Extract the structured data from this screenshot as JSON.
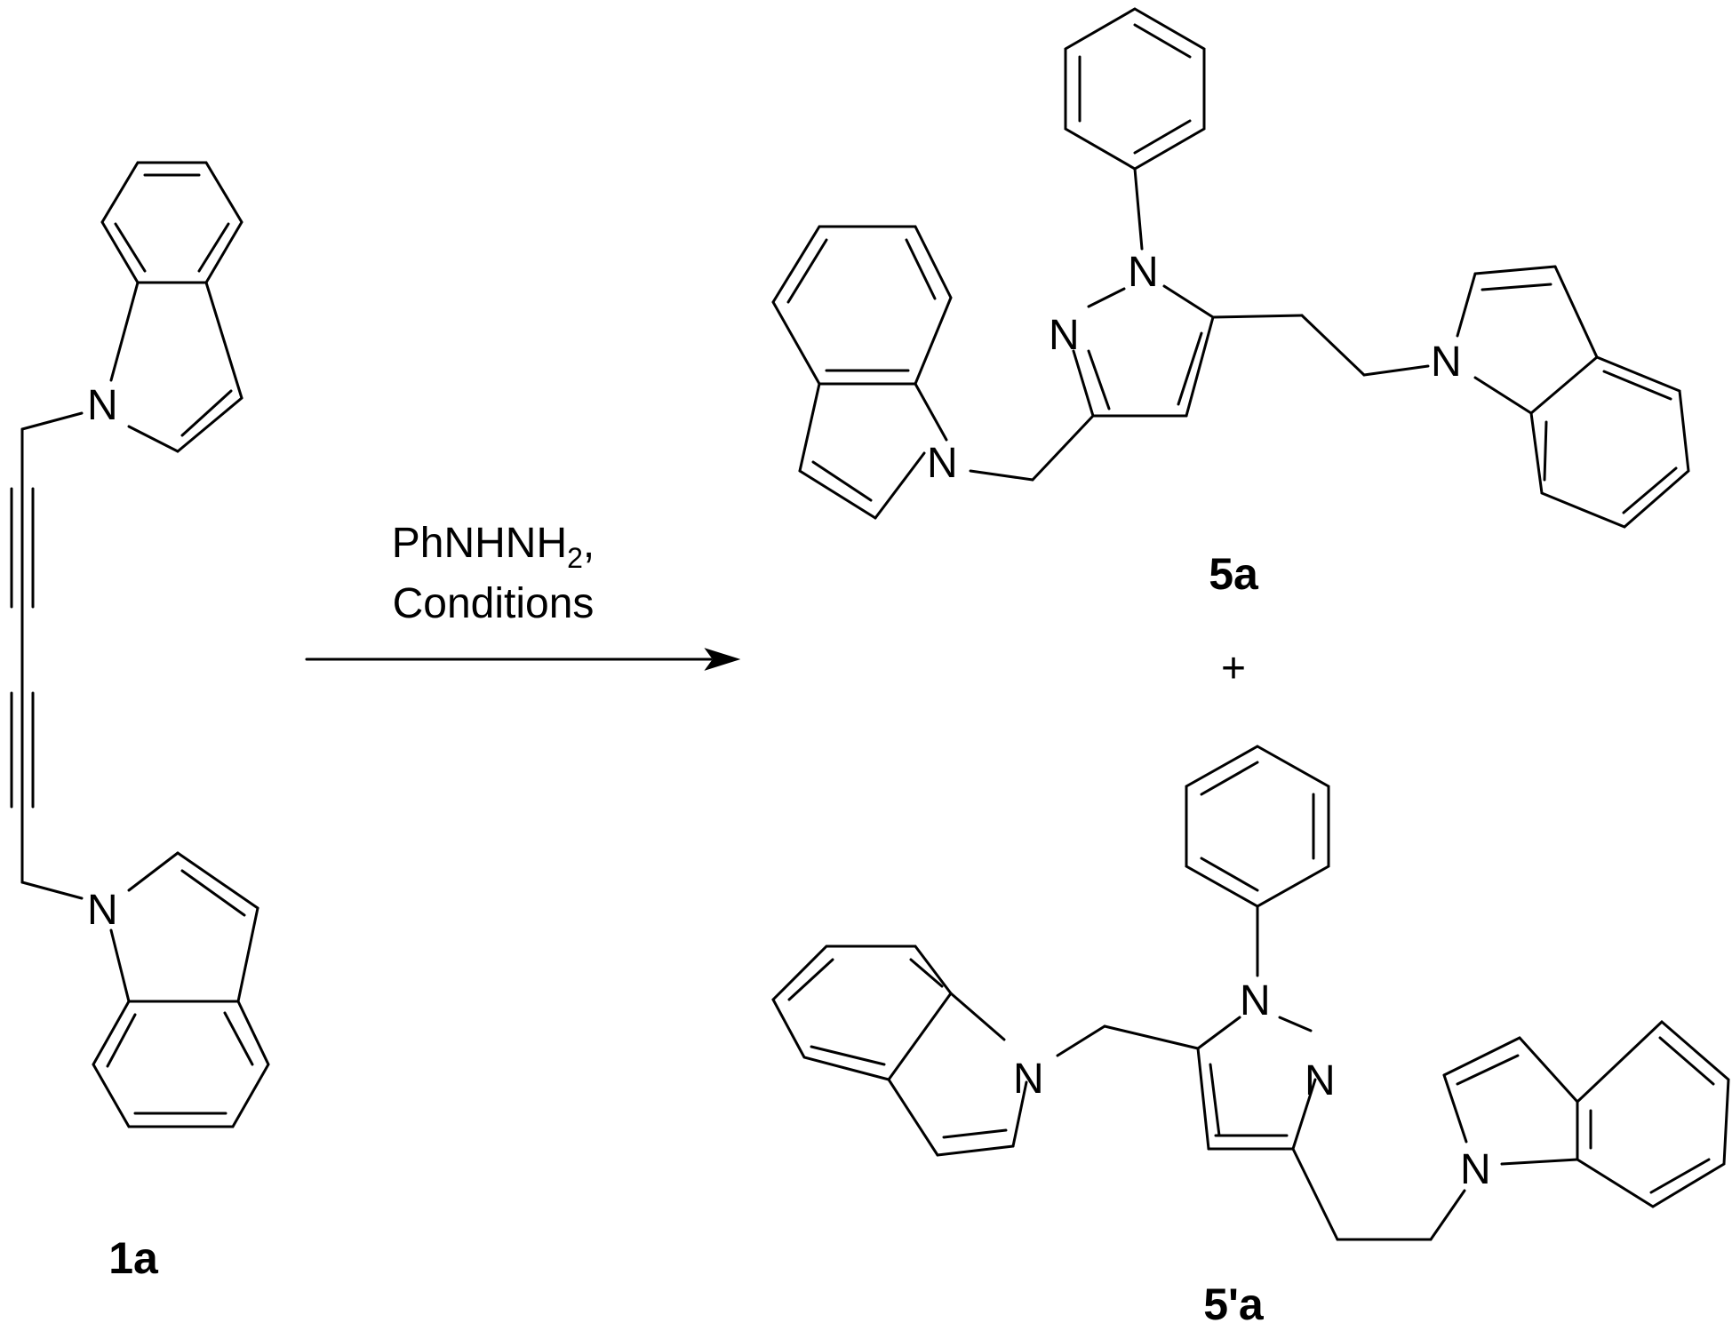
{
  "reaction": {
    "reagent_main": "PhNHNH",
    "reagent_subscript": "2",
    "reagent_suffix": ",",
    "conditions": "Conditions",
    "plus": "+"
  },
  "compounds": {
    "starting_material": "1a",
    "product_1": "5a",
    "product_2": "5'a"
  },
  "atoms": {
    "nitrogen": "N"
  }
}
